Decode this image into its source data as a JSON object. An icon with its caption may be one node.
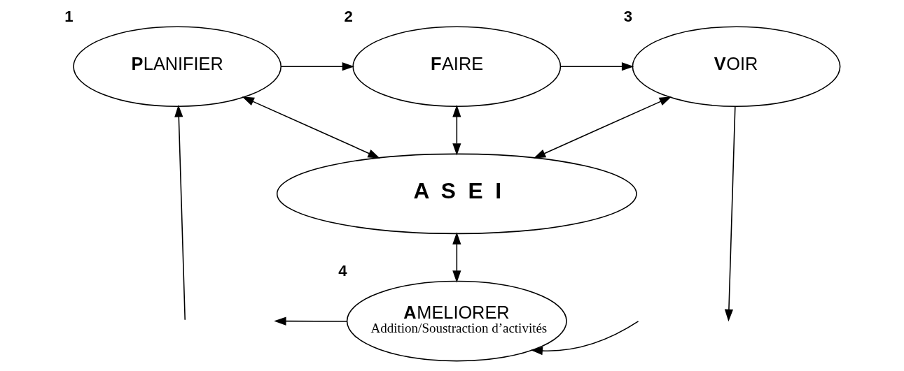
{
  "diagram": {
    "nodes": [
      {
        "text": [
          "**P**LANIFIER"
        ],
        "beside": [
          "1"
        ]
      },
      {
        "text": [
          "**F**AIRE"
        ],
        "beside": [
          "2"
        ]
      },
      {
        "text": [
          "**V**OIR"
        ],
        "beside": [
          "3"
        ]
      },
      {
        "text": [
          "A  S  E  I"
        ]
      },
      {
        "text": [
          "**A**MELIORER",
          "Addition/Soustraction d’activités"
        ],
        "beside": [
          "4"
        ]
      }
    ],
    "edges": [
      {
        "from": 0,
        "to": 1,
        "arrow": "to"
      },
      {
        "from": 1,
        "to": 2,
        "arrow": "to"
      },
      {
        "from": 0,
        "to": 3,
        "arrow": "both"
      },
      {
        "from": 1,
        "to": 3,
        "arrow": "both"
      },
      {
        "from": 2,
        "to": 3,
        "arrow": "both"
      },
      {
        "from": 3,
        "to": 4,
        "arrow": "both"
      },
      {
        "from": 2,
        "to": null,
        "arrow": "to"
      },
      {
        "from": null,
        "to": 4,
        "arrow": "to"
      },
      {
        "from": 4,
        "to": null,
        "arrow": "to"
      },
      {
        "from": null,
        "to": 0,
        "arrow": "to"
      }
    ]
  }
}
